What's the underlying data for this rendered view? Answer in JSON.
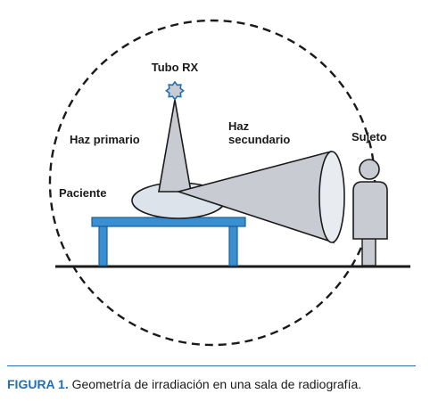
{
  "labels": {
    "tube": "Tubo RX",
    "primary_beam": "Haz primario",
    "secondary_beam": [
      "Haz",
      "secundario"
    ],
    "patient": "Paciente",
    "subject": "Sujeto"
  },
  "caption": {
    "label": "FIGURA 1.",
    "text": "Geometría de irradiación en una sala de radiografía."
  },
  "colors": {
    "accent": "#1f6fb4",
    "table": "#3a8fd0",
    "beam_fill": "#c8ccd2",
    "patient_fill": "#dde3ea",
    "outline": "#1a1a1a"
  }
}
